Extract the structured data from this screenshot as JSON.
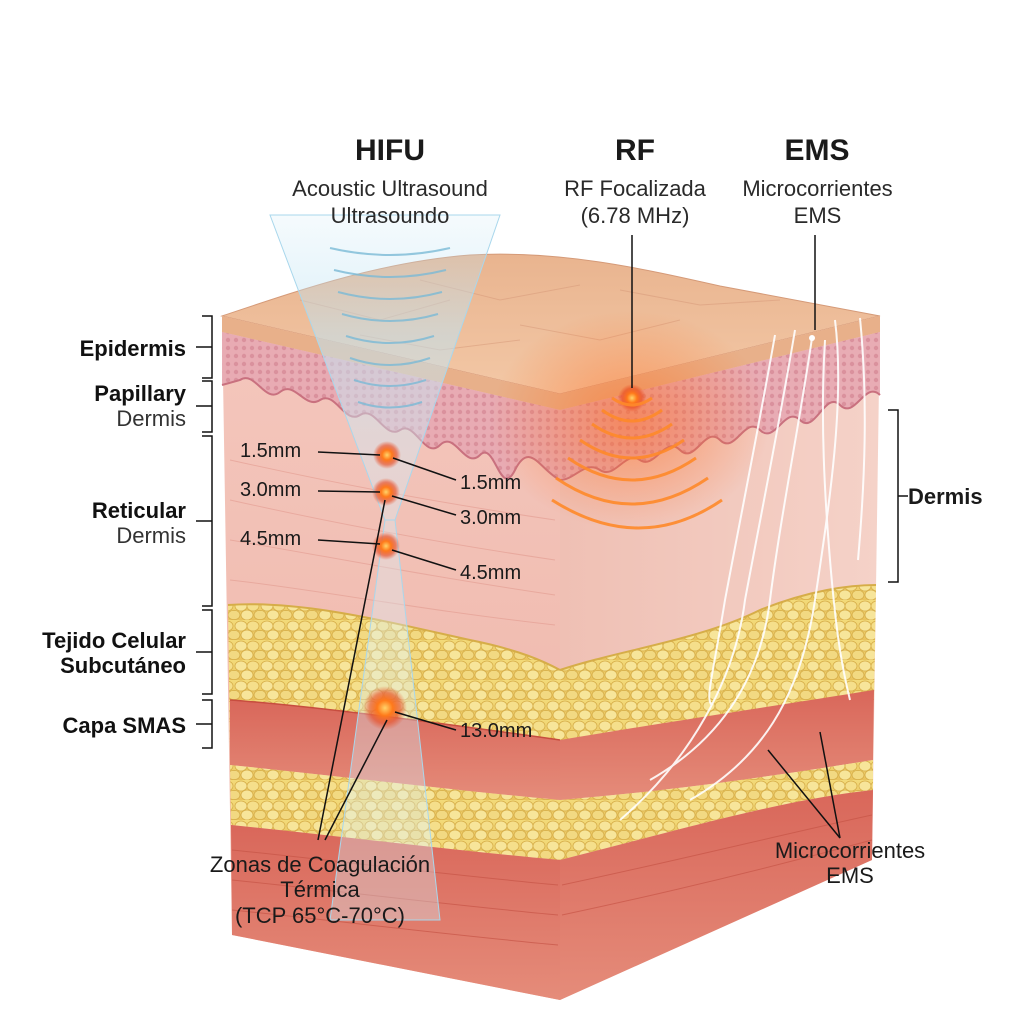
{
  "technologies": [
    {
      "key": "hifu",
      "title": "HIFU",
      "line1": "Acoustic Ultrasound",
      "line2": "Ultrasoundo"
    },
    {
      "key": "rf",
      "title": "RF",
      "line1": "RF Focalizada",
      "line2": "(6.78 MHz)"
    },
    {
      "key": "ems",
      "title": "EMS",
      "line1": "Microcorrientes",
      "line2": "EMS"
    }
  ],
  "layers": [
    {
      "line1": "Epidermis",
      "line2": ""
    },
    {
      "line1": "Papillary",
      "line2": "Dermis"
    },
    {
      "line1": "Reticular",
      "line2": "Dermis"
    },
    {
      "line1": "Tejido Celular",
      "line2": "Subcutáneo"
    },
    {
      "line1": "Capa SMAS",
      "line2": ""
    }
  ],
  "right_label": "Dermis",
  "depths_left": [
    "1.5mm",
    "3.0mm",
    "4.5mm"
  ],
  "depths_right": [
    "1.5mm",
    "3.0mm",
    "4.5mm",
    "13.0mm"
  ],
  "coagulation": {
    "line1": "Zonas de Coagulación",
    "line2": "Térmica",
    "line3": "(TCP 65°C-70°C)"
  },
  "ems_bottom": {
    "line1": "Microcorrientes",
    "line2": "EMS"
  }
}
